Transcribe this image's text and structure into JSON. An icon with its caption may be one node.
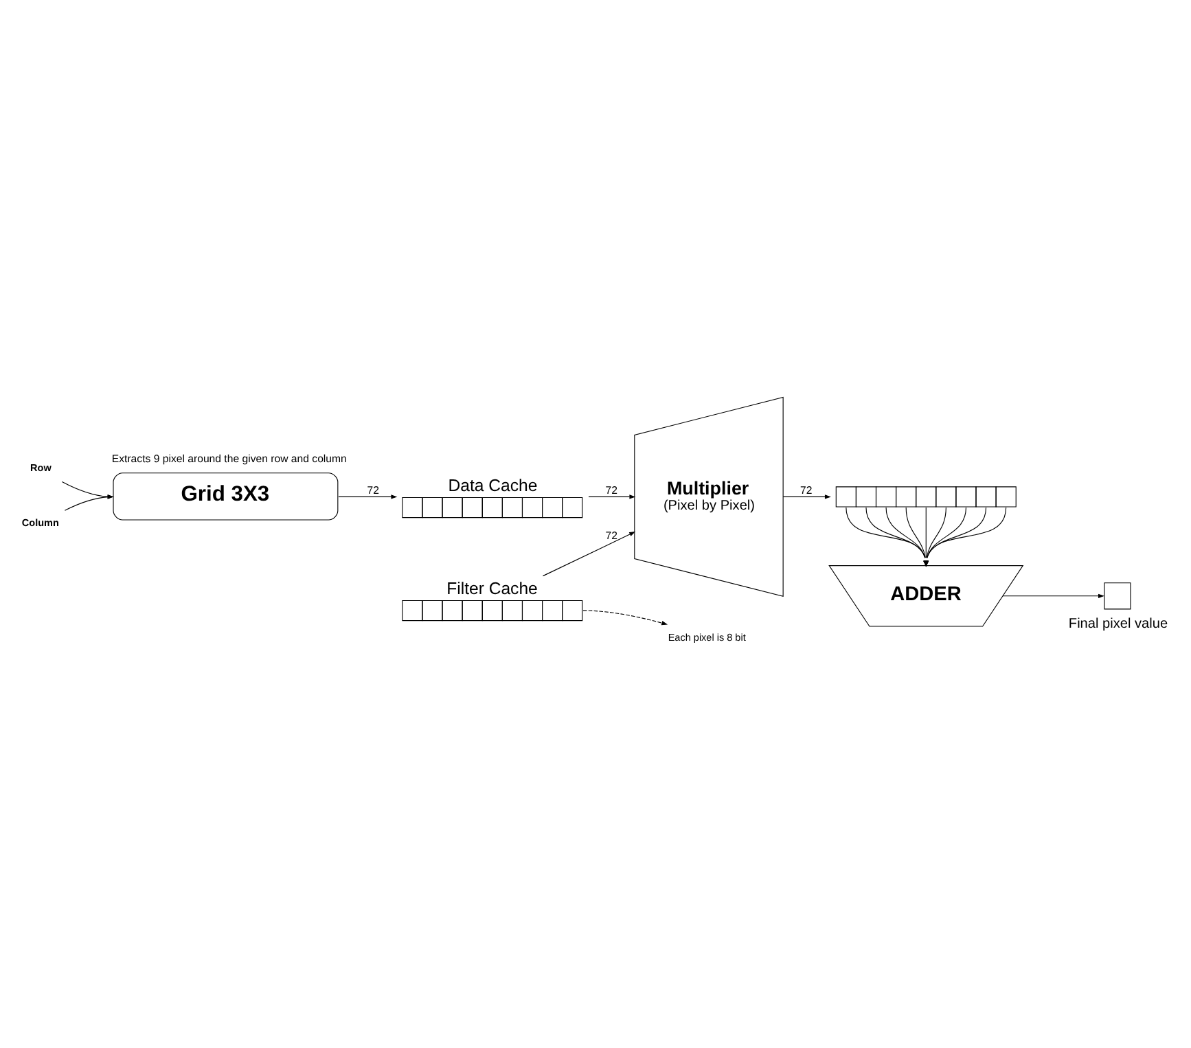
{
  "diagram": {
    "nodes": [
      {
        "text": [
          "Row"
        ]
      },
      {
        "text": [
          "Column"
        ]
      },
      {
        "text": [
          "Grid 3X3"
        ],
        "beside": [
          "Extracts 9 pixel around the given row and column"
        ]
      },
      {
        "text": [
          "Data Cache"
        ]
      },
      {
        "text": [
          "Filter Cache"
        ]
      },
      {
        "text": [
          "Multiplier",
          "(Pixel by Pixel)"
        ]
      },
      {
        "text": [],
        "shape": "box"
      },
      {
        "text": [
          "ADDER"
        ]
      },
      {
        "text": [],
        "shape": "box",
        "beside": [
          "Final pixel value"
        ]
      },
      {
        "text": [
          "Each pixel is 8 bit"
        ]
      }
    ],
    "edges": [
      {
        "from": 0,
        "to": 2,
        "arrow": "to"
      },
      {
        "from": 1,
        "to": 2,
        "arrow": "to"
      },
      {
        "from": 2,
        "to": 3,
        "arrow": "to",
        "label": "72"
      },
      {
        "from": 3,
        "to": 5,
        "arrow": "to",
        "label": "72"
      },
      {
        "from": 4,
        "to": 5,
        "arrow": "to",
        "label": "72"
      },
      {
        "from": 5,
        "to": 6,
        "arrow": "to",
        "label": "72"
      },
      {
        "from": 6,
        "to": 7,
        "arrow": "to"
      },
      {
        "from": 6,
        "to": 7,
        "arrow": "to"
      },
      {
        "from": 6,
        "to": 7,
        "arrow": "to"
      },
      {
        "from": 6,
        "to": 7,
        "arrow": "to"
      },
      {
        "from": 6,
        "to": 7,
        "arrow": "to"
      },
      {
        "from": 6,
        "to": 7,
        "arrow": "to"
      },
      {
        "from": 6,
        "to": 7,
        "arrow": "to"
      },
      {
        "from": 6,
        "to": 7,
        "arrow": "to"
      },
      {
        "from": 6,
        "to": 7,
        "arrow": "to"
      },
      {
        "from": 7,
        "to": 8,
        "arrow": "to"
      },
      {
        "from": 4,
        "to": 9,
        "arrow": "to",
        "style": "dashed"
      }
    ]
  }
}
